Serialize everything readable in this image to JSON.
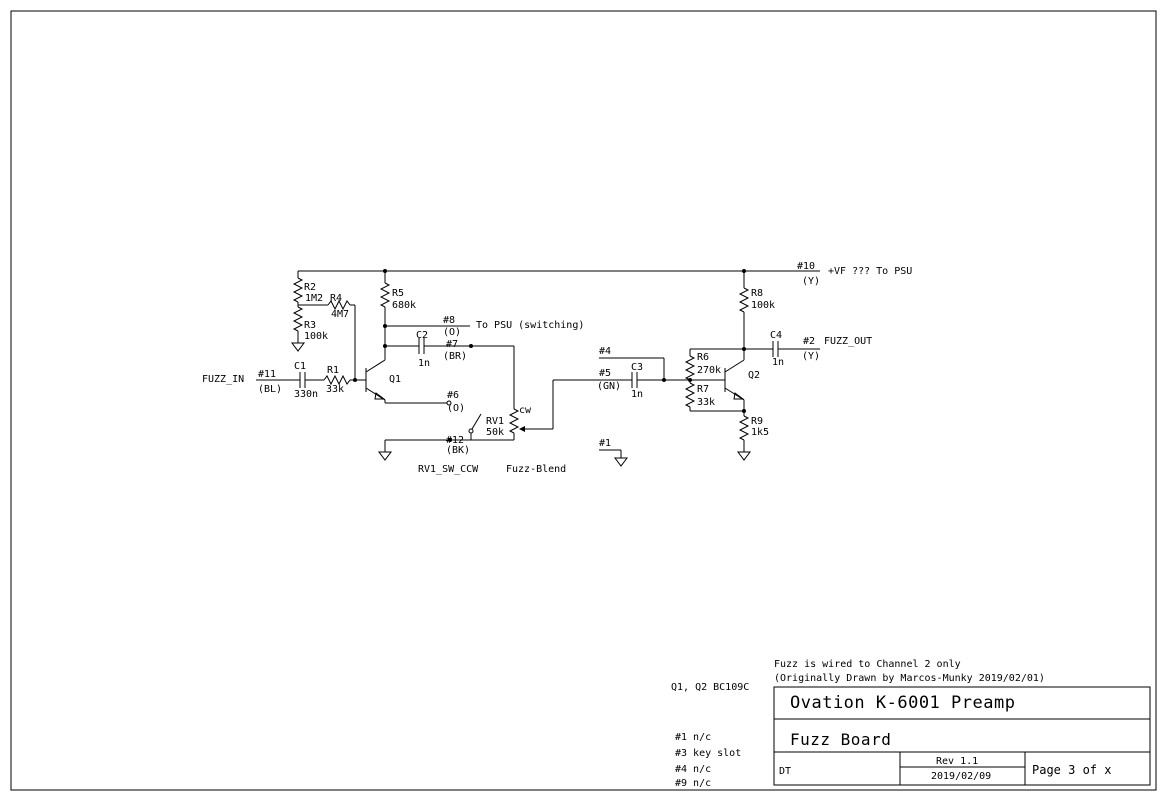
{
  "components": {
    "R1": {
      "ref": "R1",
      "value": "33k"
    },
    "R2": {
      "ref": "R2",
      "value": "1M2"
    },
    "R3": {
      "ref": "R3",
      "value": "100k"
    },
    "R4": {
      "ref": "R4",
      "value": "4M7"
    },
    "R5": {
      "ref": "R5",
      "value": "680k"
    },
    "R6": {
      "ref": "R6",
      "value": "270k"
    },
    "R7": {
      "ref": "R7",
      "value": "33k"
    },
    "R8": {
      "ref": "R8",
      "value": "100k"
    },
    "R9": {
      "ref": "R9",
      "value": "1k5"
    },
    "C1": {
      "ref": "C1",
      "value": "330n"
    },
    "C2": {
      "ref": "C2",
      "value": "1n"
    },
    "C3": {
      "ref": "C3",
      "value": "1n"
    },
    "C4": {
      "ref": "C4",
      "value": "1n"
    },
    "Q1": {
      "ref": "Q1"
    },
    "Q2": {
      "ref": "Q2"
    },
    "RV1": {
      "ref": "RV1",
      "value": "50k",
      "cw": "cw",
      "switch_label": "RV1_SW_CCW",
      "function": "Fuzz-Blend"
    }
  },
  "nets": {
    "fuzz_in": "FUZZ_IN",
    "fuzz_out": "FUZZ_OUT",
    "vf": "+VF  ??? To PSU",
    "psu_switching": "To PSU (switching)"
  },
  "pins": {
    "p11": {
      "num": "#11",
      "color": "(BL)"
    },
    "p10": {
      "num": "#10",
      "color": "(Y)"
    },
    "p8": {
      "num": "#8",
      "color": "(O)"
    },
    "p7": {
      "num": "#7",
      "color": "(BR)"
    },
    "p6": {
      "num": "#6",
      "color": "(O)"
    },
    "p12": {
      "num": "#12",
      "color": "(BK)"
    },
    "p4": {
      "num": "#4"
    },
    "p5": {
      "num": "#5",
      "color": "(GN)"
    },
    "p2": {
      "num": "#2",
      "color": "(Y)"
    },
    "p1": {
      "num": "#1"
    }
  },
  "notes": {
    "transistors": "Q1, Q2  BC109C",
    "pin_notes": [
      "#1 n/c",
      "#3 key slot",
      "#4 n/c",
      "#9 n/c"
    ],
    "fuzz_note": "Fuzz is wired to Channel 2 only",
    "drawn_note": "(Originally Drawn by Marcos-Munky 2019/02/01)"
  },
  "title_block": {
    "title": "Ovation K-6001 Preamp",
    "subtitle": "Fuzz Board",
    "author": "DT",
    "rev": "Rev 1.1",
    "date": "2019/02/09",
    "page": "Page 3 of x"
  }
}
